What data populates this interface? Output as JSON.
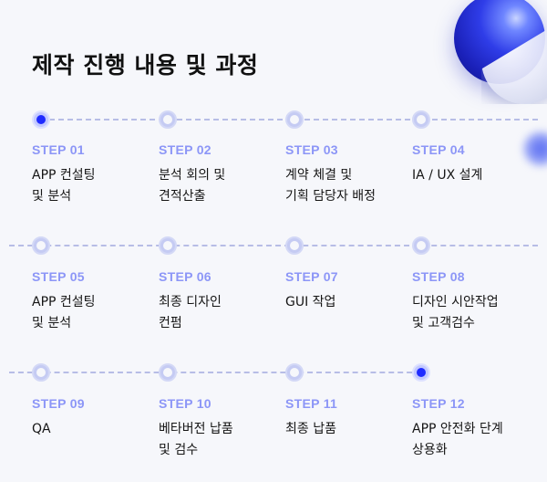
{
  "title": "제작 진행 내용 및 과정",
  "steps": [
    {
      "label": "STEP 01",
      "text": "APP 컨설팅\n및 분석",
      "active": true
    },
    {
      "label": "STEP 02",
      "text": "분석 회의 및\n견적산출",
      "active": false
    },
    {
      "label": "STEP 03",
      "text": "계약 체결 및\n기획 담당자 배정",
      "active": false
    },
    {
      "label": "STEP 04",
      "text": "IA / UX 설계",
      "active": false
    },
    {
      "label": "STEP 05",
      "text": "APP 컨설팅\n및 분석",
      "active": false
    },
    {
      "label": "STEP 06",
      "text": "최종 디자인\n컨펌",
      "active": false
    },
    {
      "label": "STEP 07",
      "text": "GUI 작업",
      "active": false
    },
    {
      "label": "STEP 08",
      "text": "디자인 시안작업\n및 고객검수",
      "active": false
    },
    {
      "label": "STEP 09",
      "text": "QA",
      "active": false
    },
    {
      "label": "STEP 10",
      "text": "베타버전 납품\n및 검수",
      "active": false
    },
    {
      "label": "STEP 11",
      "text": "최종 납품",
      "active": false
    },
    {
      "label": "STEP 12",
      "text": "APP 안전화 단계\n상용화",
      "active": true
    }
  ],
  "colors": {
    "accent": "#1f2bff",
    "step_label": "#8c96f7",
    "line": "#b7bde6",
    "background": "#f6f7fb"
  }
}
